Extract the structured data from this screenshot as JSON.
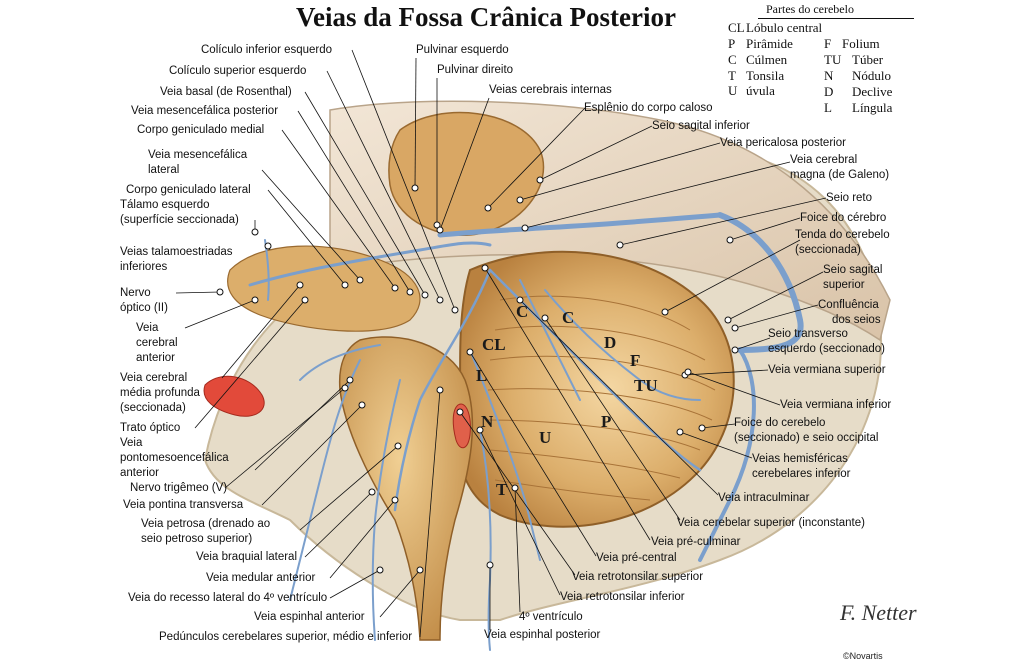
{
  "title": "Veias da Fossa Crânica Posterior",
  "legend": {
    "title": "Partes do cerebelo",
    "rows": [
      {
        "abbr": "CL",
        "name": "Lóbulo central"
      },
      {
        "abbr": "P",
        "name": "Pirâmide"
      },
      {
        "abbr": "C",
        "name": "Cúlmen"
      },
      {
        "abbr": "T",
        "name": "Tonsila"
      },
      {
        "abbr": "U",
        "name": "úvula"
      },
      {
        "abbr": "F",
        "name": "Folium"
      },
      {
        "abbr": "TU",
        "name": "Túber"
      },
      {
        "abbr": "N",
        "name": "Nódulo"
      },
      {
        "abbr": "D",
        "name": "Declive"
      },
      {
        "abbr": "L",
        "name": "Língula"
      }
    ]
  },
  "region_letters": [
    "C",
    "C",
    "CL",
    "D",
    "F",
    "TU",
    "L",
    "N",
    "U",
    "P",
    "T"
  ],
  "labels": {
    "l01": "Colículo inferior esquerdo",
    "l02": "Colículo superior esquerdo",
    "l03": "Veia basal (de Rosenthal)",
    "l04": "Veia mesencefálica posterior",
    "l05": "Corpo geniculado medial",
    "l06a": "Veia mesencefálica",
    "l06b": "lateral",
    "l07": "Corpo geniculado lateral",
    "l08a": "Tálamo esquerdo",
    "l08b": "(superfície seccionada)",
    "l09a": "Veias talamoestriadas",
    "l09b": "inferiores",
    "l10a": "Nervo",
    "l10b": "óptico (II)",
    "l11a": "Veia",
    "l11b": "cerebral",
    "l11c": "anterior",
    "l12a": "Veia cerebral",
    "l12b": "média profunda",
    "l12c": "(seccionada)",
    "l13": "Trato óptico",
    "l14a": "Veia",
    "l14b": "pontomesoencefálica",
    "l14c": "anterior",
    "l15": "Nervo trigêmeo (V)",
    "l16": "Veia pontina transversa",
    "l17a": "Veia petrosa (drenado ao",
    "l17b": "seio petroso superior)",
    "l18": "Veia braquial lateral",
    "l19": "Veia medular anterior",
    "l20": "Veia do recesso lateral do 4º ventrículo",
    "l21": "Veia espinhal anterior",
    "l22": "Pedúnculos cerebelares superior, médio e inferior",
    "t01": "Pulvinar esquerdo",
    "t02": "Pulvinar direito",
    "t03": "Veias cerebrais internas",
    "t04": "Esplênio do corpo caloso",
    "t05": "Seio sagital inferior",
    "t06": "Veia pericalosa posterior",
    "r01a": "Veia cerebral",
    "r01b": "magna (de Galeno)",
    "r02": "Seio reto",
    "r03": "Foice do cérebro",
    "r04a": "Tenda do cerebelo",
    "r04b": "(seccionada)",
    "r05a": "Seio sagital",
    "r05b": "superior",
    "r06a": "Confluência",
    "r06b": "dos seios",
    "r07a": "Seio transverso",
    "r07b": "esquerdo (seccionado)",
    "r08": "Veia vermiana superior",
    "r09": "Veia vermiana inferior",
    "r10a": "Foice do cerebelo",
    "r10b": "(seccionado) e seio occipital",
    "r11a": "Veias hemisféricas",
    "r11b": "cerebelares inferior",
    "b01": "Veia intraculminar",
    "b02": "Veia cerebelar superior (inconstante)",
    "b03": "Veia pré-culminar",
    "b04": "Veia pré-central",
    "b05": "Veia retrotonsilar superior",
    "b06": "Veia retrotonsilar inferior",
    "b07": "4º ventrículo",
    "b08": "Veia espinhal posterior"
  },
  "signature": "F. Netter",
  "copyright": "©Novartis",
  "colors": {
    "background": "#ffffff",
    "vein_blue": "#7b9fcc",
    "tissue_tan": "#d9a764",
    "tissue_dark": "#b8803e",
    "membrane": "#e8d5c0",
    "bone": "#e6dcc8",
    "red_structure": "#e24a3a"
  }
}
